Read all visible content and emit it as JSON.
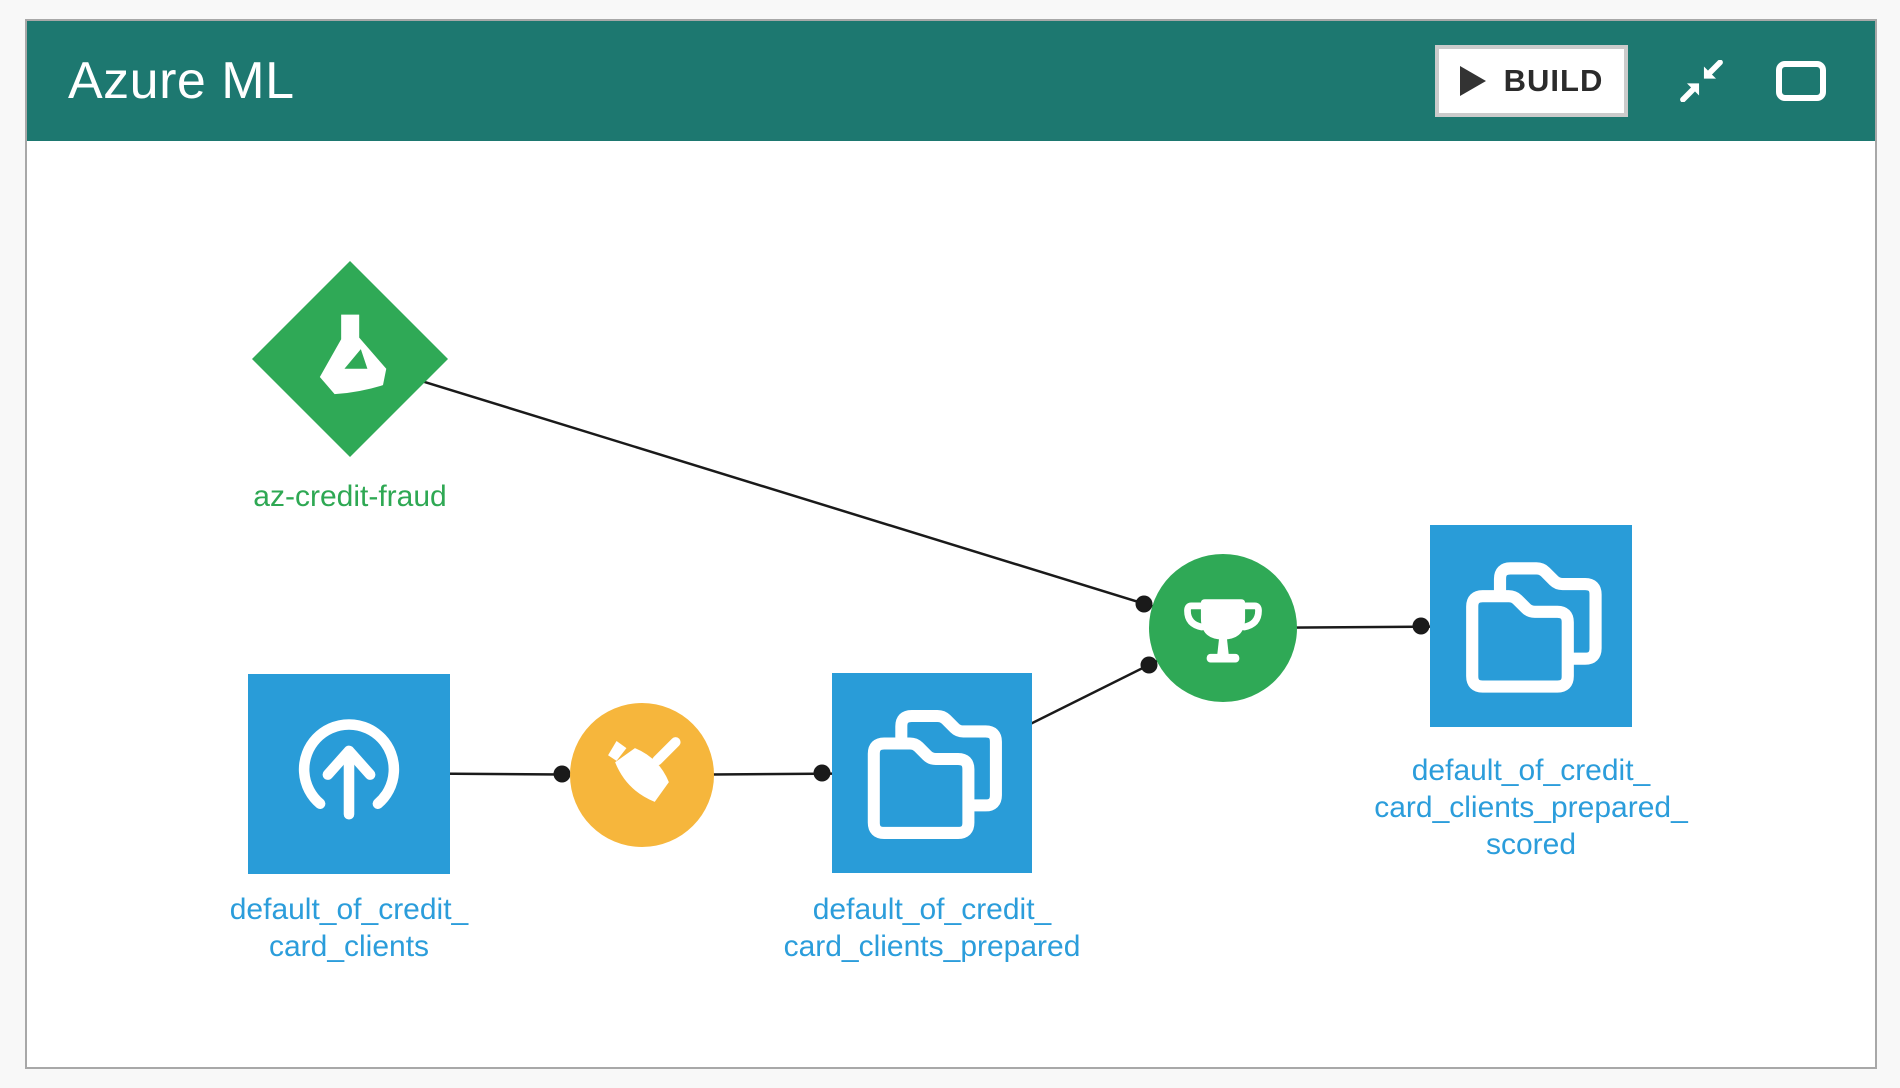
{
  "window": {
    "title": "Azure ML",
    "toolbar": {
      "build_label": "BUILD",
      "icons": [
        "play-icon",
        "compress-icon",
        "window-icon"
      ]
    }
  },
  "colors": {
    "header_teal": "#1D7870",
    "node_blue": "#299CD8",
    "node_green": "#2FA956",
    "node_yellow": "#F6B63C",
    "label_blue": "#2B9DDB",
    "label_green": "#2EA853",
    "edge_black": "#1A1A1A",
    "panel_border": "#A8A8A8",
    "page_bg": "#F8F8F8",
    "button_border": "#CBCBCB",
    "button_text": "#2B2B2B"
  },
  "flow": {
    "nodes": [
      {
        "id": "az-credit-fraud",
        "shape": "diamond",
        "color": "green",
        "icon": "flask-icon",
        "label": "az-credit-fraud"
      },
      {
        "id": "default_of_credit_card_clients",
        "shape": "square",
        "color": "blue",
        "icon": "upload-icon",
        "label": "default_of_credit_\ncard_clients"
      },
      {
        "id": "prepare-recipe",
        "shape": "circle",
        "color": "yellow",
        "icon": "broom-icon",
        "label": ""
      },
      {
        "id": "default_of_credit_card_clients_prepared",
        "shape": "square",
        "color": "blue",
        "icon": "folder-icon",
        "label": "default_of_credit_\ncard_clients_prepared"
      },
      {
        "id": "score-recipe",
        "shape": "circle",
        "color": "green",
        "icon": "trophy-icon",
        "label": ""
      },
      {
        "id": "default_of_credit_card_clients_prepared_scored",
        "shape": "square",
        "color": "blue",
        "icon": "folder-icon",
        "label": "default_of_credit_\ncard_clients_prepared_\nscored"
      }
    ],
    "edges": [
      {
        "from": "az-credit-fraud",
        "to": "score-recipe"
      },
      {
        "from": "default_of_credit_card_clients",
        "to": "prepare-recipe"
      },
      {
        "from": "prepare-recipe",
        "to": "default_of_credit_card_clients_prepared"
      },
      {
        "from": "default_of_credit_card_clients_prepared",
        "to": "score-recipe"
      },
      {
        "from": "score-recipe",
        "to": "default_of_credit_card_clients_prepared_scored"
      }
    ]
  }
}
